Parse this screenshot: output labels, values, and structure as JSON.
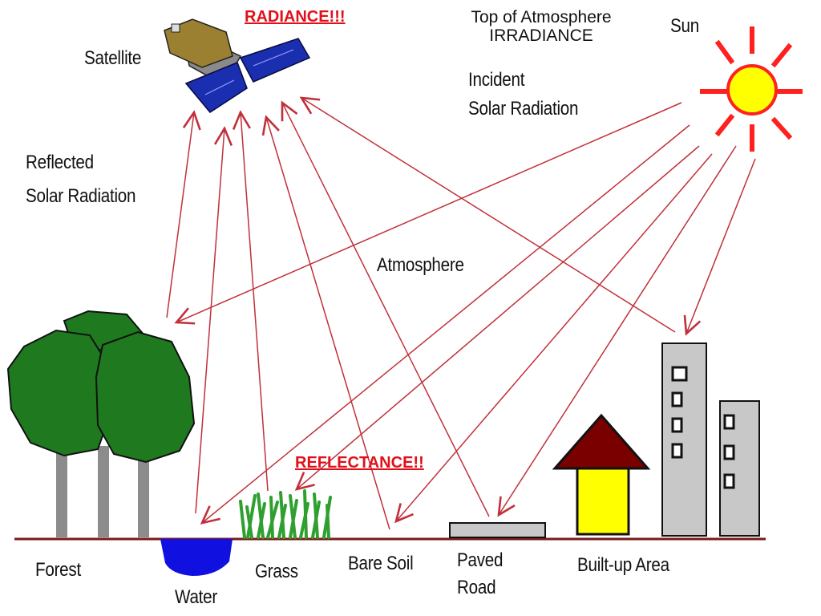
{
  "labels": {
    "radiance": "RADIANCE!!!",
    "toa_line1": "Top of Atmosphere",
    "toa_line2": "IRRADIANCE",
    "sun": "Sun",
    "satellite": "Satellite",
    "incident_line1": "Incident",
    "incident_line2": "Solar Radiation",
    "reflected_line1": "Reflected",
    "reflected_line2": "Solar Radiation",
    "atmosphere": "Atmosphere",
    "reflectance": "REFLECTANCE!!",
    "forest": "Forest",
    "water": "Water",
    "grass": "Grass",
    "bare_soil": "Bare Soil",
    "paved_road_line1": "Paved",
    "paved_road_line2": "Road",
    "built_up_area": "Built-up Area"
  },
  "colors": {
    "arrow": "#c0303a",
    "label_red": "#e0101a",
    "sun_fill": "#ffff00",
    "sun_rays": "#ff2020",
    "tree_green": "#1f7a1f",
    "trunk_gray": "#8c8c8c",
    "water_blue": "#1010e0",
    "grass_green": "#2fa02f",
    "roof_red": "#7a0000",
    "house_yellow": "#ffff00",
    "building_gray": "#c8c8c8",
    "ground_line": "#7a1a1a",
    "panel_blue": "#1a2fb0"
  }
}
